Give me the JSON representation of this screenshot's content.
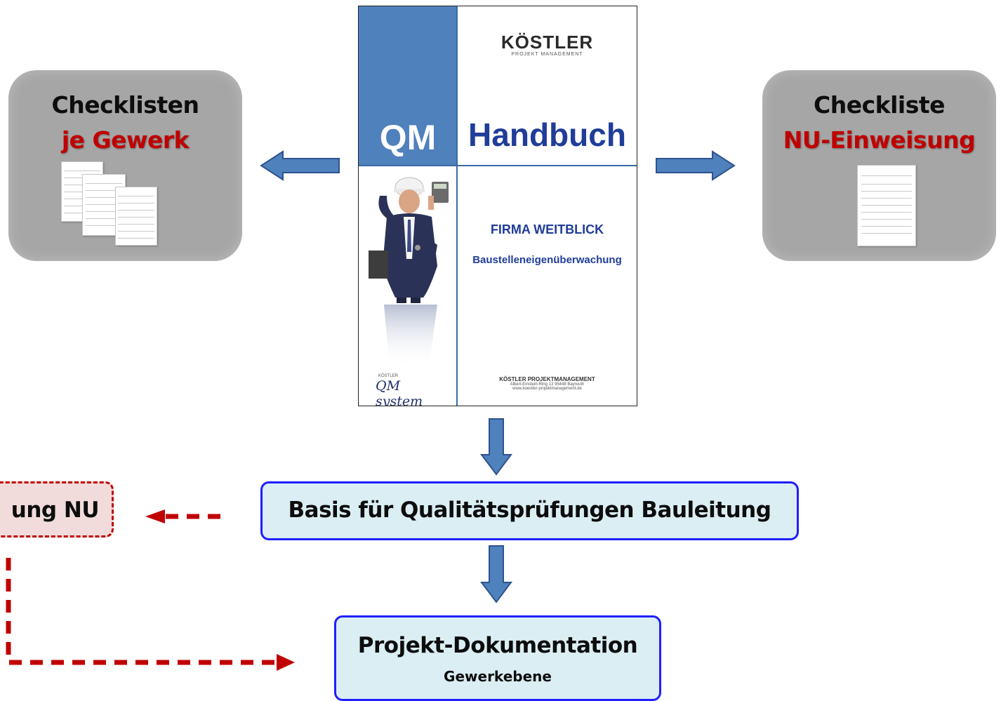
{
  "left_card": {
    "line1": "Checklisten",
    "line2": "je Gewerk",
    "icon": "document-stack-icon"
  },
  "right_card": {
    "line1": "Checkliste",
    "line2": "NU-Einweisung",
    "icon": "document-icon"
  },
  "handbook": {
    "logo": "KÖSTLER",
    "logo_sub": "PROJEKT MANAGEMENT",
    "qm": "QM",
    "title": "Handbuch",
    "firma": "FIRMA WEITBLICK",
    "subtitle": "Baustelleneigenüberwachung",
    "qm_system_small": "KÖSTLER",
    "qm_system": "QM system",
    "address_company": "KÖSTLER PROJEKTMANAGEMENT",
    "address_street": "Albert-Einstein-Ring 13   95448 Bayreuth",
    "address_web": "www.koestler-projektmanagement.de"
  },
  "basis_box": {
    "text": "Basis für Qualitätsprüfungen  Bauleitung"
  },
  "nu_box": {
    "text": "ung  NU"
  },
  "project_box": {
    "title": "Projekt-Dokumentation",
    "subtitle": "Gewerkebene"
  },
  "colors": {
    "arrow_blue": "#4f81bd",
    "arrow_outline": "#2f528f",
    "dashed_red": "#c00000",
    "box_border": "#1f1fff",
    "box_fill": "#daeef3",
    "card_grey": "#a6a6a6"
  }
}
